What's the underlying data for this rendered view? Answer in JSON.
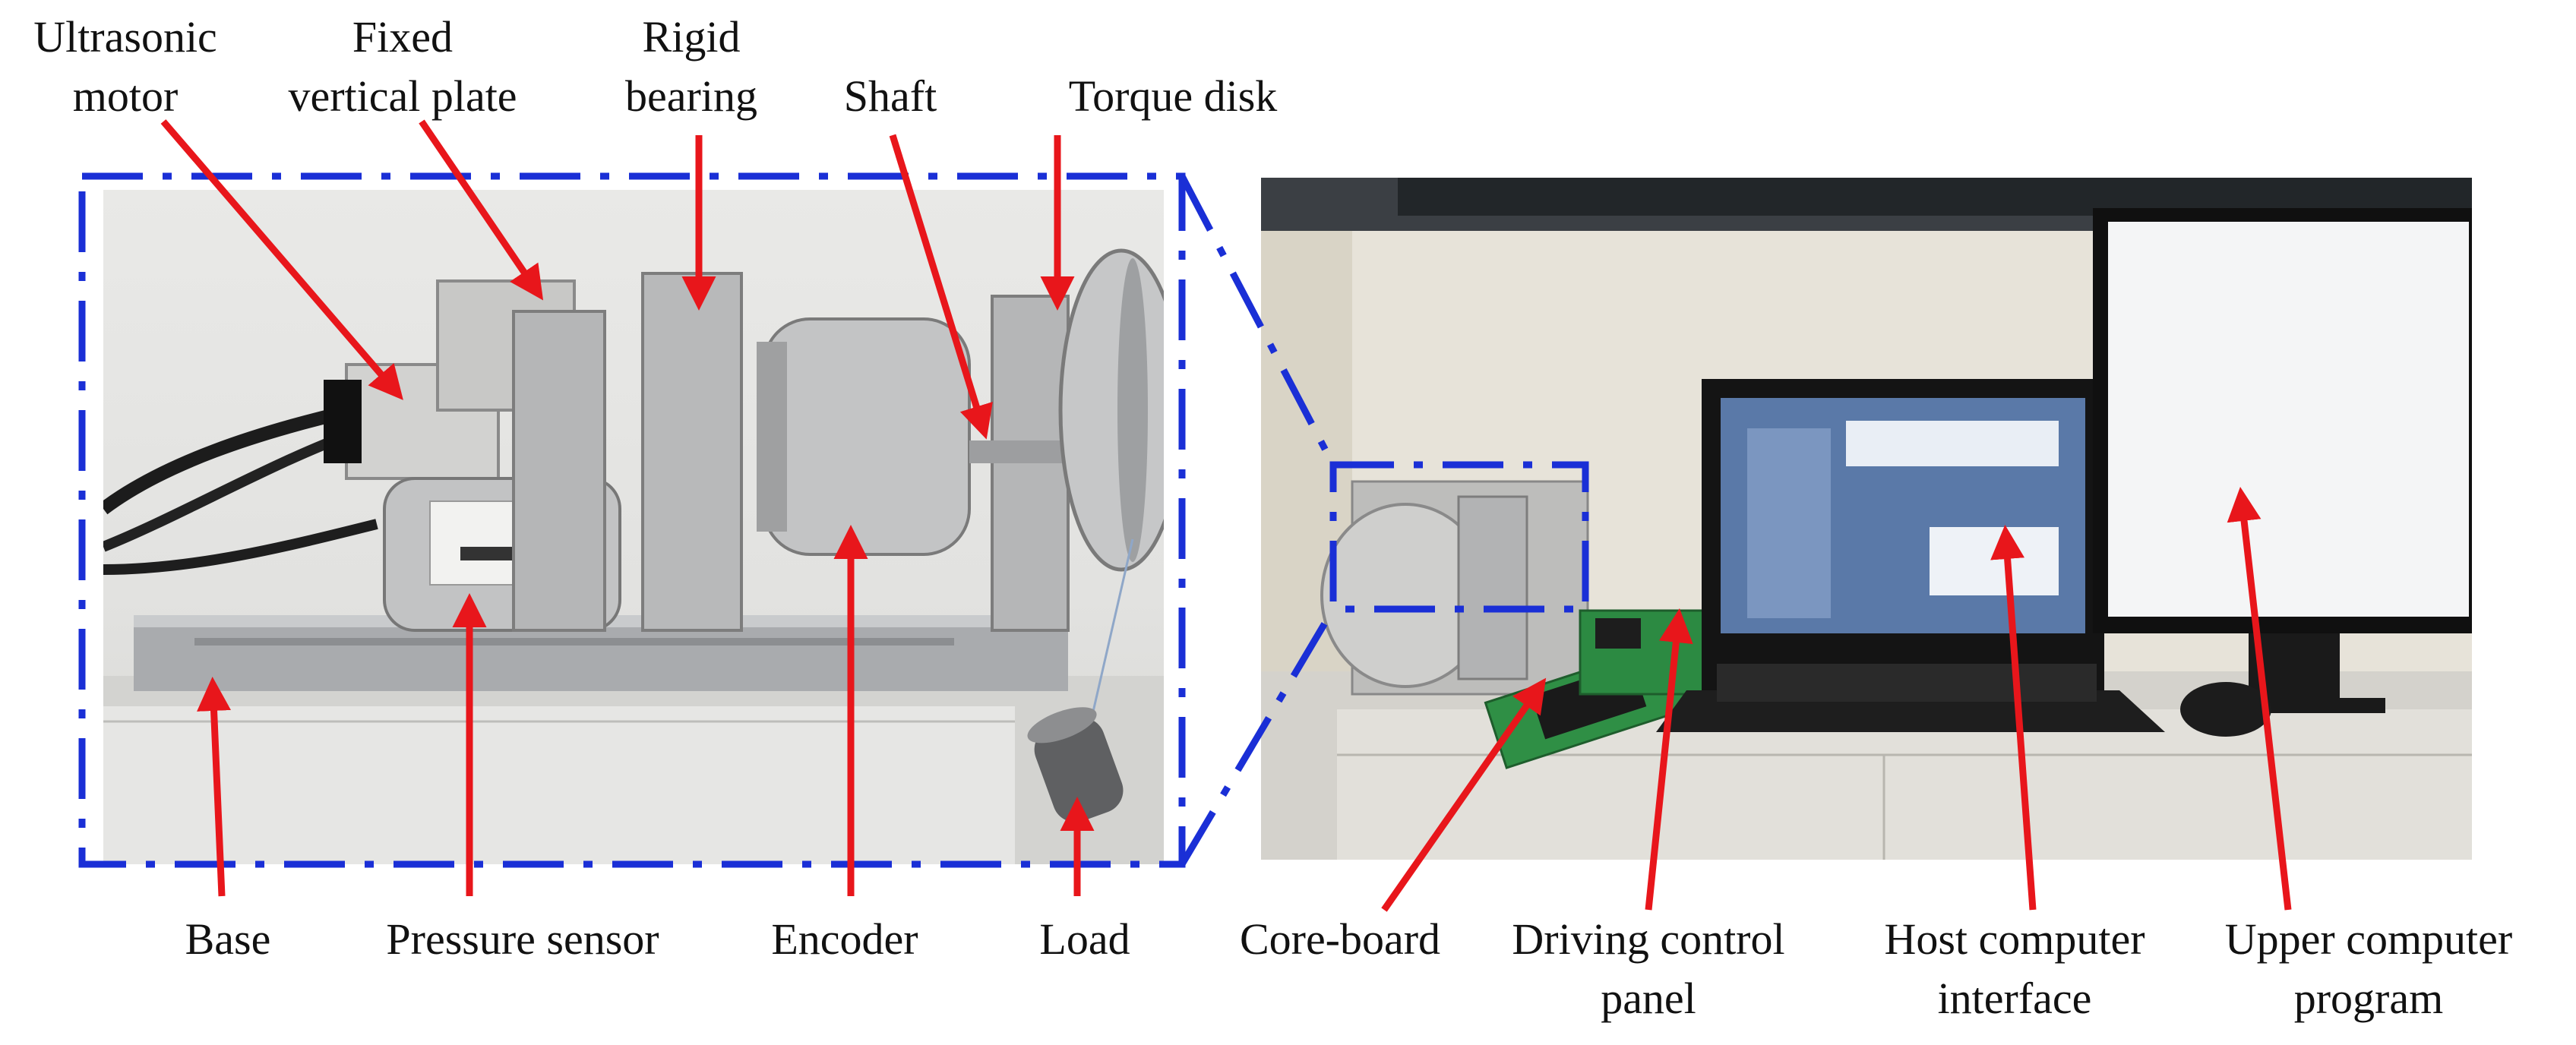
{
  "labels": {
    "ultrasonic_motor": [
      "Ultrasonic",
      "motor"
    ],
    "fixed_vertical_plate": [
      "Fixed",
      "vertical plate"
    ],
    "rigid_bearing": [
      "Rigid",
      "bearing"
    ],
    "shaft": "Shaft",
    "torque_disk": "Torque disk",
    "base": "Base",
    "pressure_sensor": "Pressure sensor",
    "encoder": "Encoder",
    "load": "Load",
    "core_board": "Core-board",
    "driving_control_panel": [
      "Driving control",
      "panel"
    ],
    "host_computer_interface": [
      "Host computer",
      "interface"
    ],
    "upper_computer_program": [
      "Upper computer",
      "program"
    ]
  },
  "colors": {
    "arrow": "#e8161b",
    "dash_box": "#1a2fd6",
    "label_text": "#111111"
  }
}
